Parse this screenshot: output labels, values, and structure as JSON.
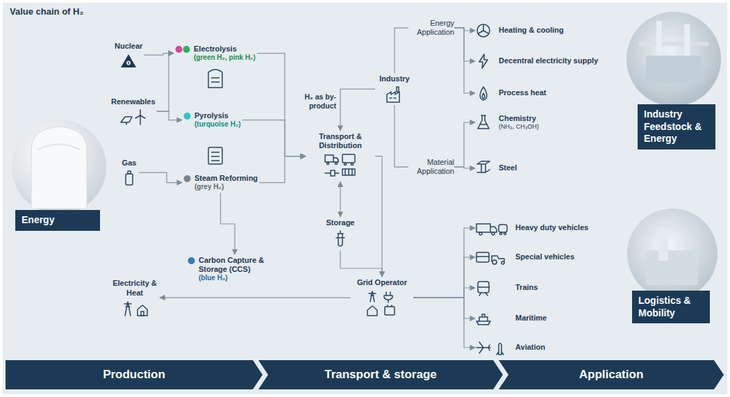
{
  "diagram": {
    "title": "Value chain of H₂",
    "nodes": [
      {
        "text": [
          "Energy"
        ]
      },
      {
        "text": [
          "Nuclear"
        ]
      },
      {
        "text": [
          "Renewables"
        ]
      },
      {
        "text": [
          "Gas"
        ]
      },
      {
        "text": [
          "Electricity & Heat"
        ]
      },
      {
        "text": [
          "Electrolysis",
          "(green H₂, pink H₂)"
        ]
      },
      {
        "text": [
          "Pyrolysis",
          "(turquoise H₂)"
        ]
      },
      {
        "text": [
          "Steam Reforming",
          "(grey H₂)"
        ]
      },
      {
        "text": [
          "Carbon Capture & Storage (CCS)",
          "(blue H₂)"
        ]
      },
      {
        "text": [
          "Transport & Distribution"
        ]
      },
      {
        "text": [
          "Storage"
        ]
      },
      {
        "text": [
          "Grid Operator"
        ]
      },
      {
        "text": [
          "Industry"
        ]
      },
      {
        "text": [
          "Energy Application"
        ]
      },
      {
        "text": [
          "Material Application"
        ]
      },
      {
        "text": [
          "Heating & cooling"
        ]
      },
      {
        "text": [
          "Decentral electricity supply"
        ]
      },
      {
        "text": [
          "Process heat"
        ]
      },
      {
        "text": [
          "Chemistry",
          "(NH₃, CH₃OH)"
        ]
      },
      {
        "text": [
          "Steel"
        ]
      },
      {
        "text": [
          "Industry Feedstock & Energy"
        ]
      },
      {
        "text": [
          "Heavy duty vehicles"
        ]
      },
      {
        "text": [
          "Special vehicles"
        ]
      },
      {
        "text": [
          "Trains"
        ]
      },
      {
        "text": [
          "Maritime"
        ]
      },
      {
        "text": [
          "Aviation"
        ]
      },
      {
        "text": [
          "Logistics & Mobility"
        ]
      },
      {
        "text": [
          "Production"
        ]
      },
      {
        "text": [
          "Transport & storage"
        ]
      },
      {
        "text": [
          "Application"
        ]
      }
    ],
    "edges": [
      {
        "from": 1,
        "to": 5,
        "arrow": "to"
      },
      {
        "from": 2,
        "to": 5,
        "arrow": "to"
      },
      {
        "from": 2,
        "to": 6,
        "arrow": "to"
      },
      {
        "from": 3,
        "to": 7,
        "arrow": "to"
      },
      {
        "from": 7,
        "to": 8,
        "arrow": "to"
      },
      {
        "from": 5,
        "to": 9,
        "arrow": "to"
      },
      {
        "from": 6,
        "to": 9,
        "arrow": "to"
      },
      {
        "from": 7,
        "to": 9,
        "arrow": "to"
      },
      {
        "from": 12,
        "to": 9,
        "label": "H₂ as by-product",
        "arrow": "to"
      },
      {
        "from": 9,
        "to": 10,
        "arrow": "both"
      },
      {
        "from": 10,
        "to": 11,
        "arrow": "to"
      },
      {
        "from": 9,
        "to": 11,
        "arrow": "to"
      },
      {
        "from": 11,
        "to": 4,
        "arrow": "to"
      },
      {
        "from": 12,
        "to": 13,
        "arrow": "none"
      },
      {
        "from": 12,
        "to": 14,
        "arrow": "none"
      },
      {
        "from": 13,
        "to": 15,
        "arrow": "to"
      },
      {
        "from": 13,
        "to": 16,
        "arrow": "to"
      },
      {
        "from": 13,
        "to": 17,
        "arrow": "to"
      },
      {
        "from": 14,
        "to": 18,
        "arrow": "to"
      },
      {
        "from": 14,
        "to": 19,
        "arrow": "to"
      },
      {
        "from": 11,
        "to": 21,
        "arrow": "to"
      },
      {
        "from": 11,
        "to": 22,
        "arrow": "to"
      },
      {
        "from": 11,
        "to": 23,
        "arrow": "to"
      },
      {
        "from": 11,
        "to": 24,
        "arrow": "to"
      },
      {
        "from": 11,
        "to": 25,
        "arrow": "to"
      }
    ]
  }
}
